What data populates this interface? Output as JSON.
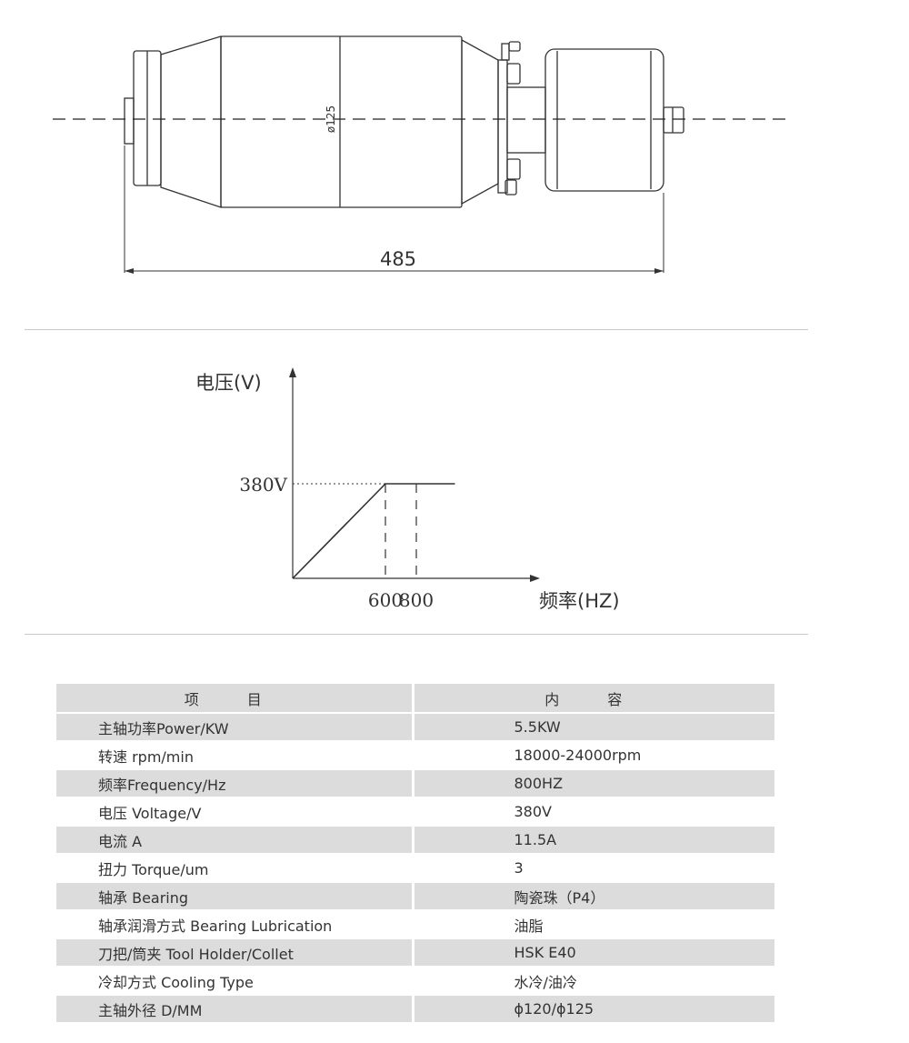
{
  "drawing": {
    "diameter_label": "ø125",
    "length_label": "485"
  },
  "chart_data": {
    "type": "line",
    "ylabel": "电压(V)",
    "xlabel": "频率(HZ)",
    "series": [
      {
        "x": [
          0,
          600,
          1050
        ],
        "y": [
          0,
          380,
          380
        ]
      }
    ],
    "annotations": [
      {
        "type": "ref-line",
        "axis": "y",
        "value": 380,
        "label": "380V"
      },
      {
        "type": "ref-line",
        "axis": "x",
        "value": 600,
        "label": "600"
      },
      {
        "type": "ref-line",
        "axis": "x",
        "value": 800,
        "label": "800"
      }
    ],
    "xticks": [
      "600",
      "800"
    ],
    "yticks": [
      "380V"
    ],
    "grid": false
  },
  "table": {
    "headers": [
      "项 目",
      "内 容"
    ],
    "rows": [
      {
        "item": "主轴功率Power/KW",
        "value": "5.5KW"
      },
      {
        "item": "转速 rpm/min",
        "value": "18000-24000rpm"
      },
      {
        "item": "频率Frequency/Hz",
        "value": "800HZ"
      },
      {
        "item": "电压 Voltage/V",
        "value": "380V"
      },
      {
        "item": "电流 A",
        "value": "11.5A"
      },
      {
        "item": "扭力 Torque/um",
        "value": "3"
      },
      {
        "item": "轴承 Bearing",
        "value": "陶瓷珠（P4）"
      },
      {
        "item": "轴承润滑方式 Bearing Lubrication",
        "value": "油脂"
      },
      {
        "item": "刀把/筒夹 Tool Holder/Collet",
        "value": "HSK E40"
      },
      {
        "item": "冷却方式 Cooling Type",
        "value": "水冷/油冷"
      },
      {
        "item": "主轴外径 D/MM",
        "value": "ϕ120/ϕ125"
      }
    ]
  }
}
